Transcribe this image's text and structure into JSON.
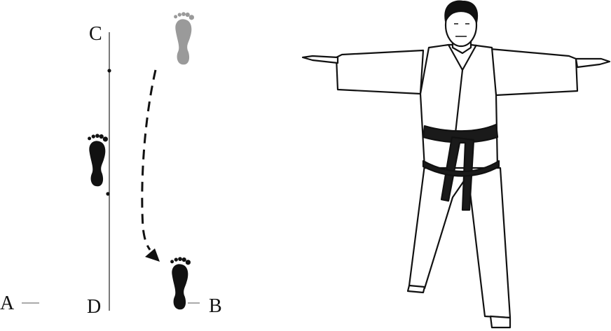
{
  "diagram": {
    "labels": {
      "a": "A",
      "b": "B",
      "c": "C",
      "d": "D"
    },
    "colors": {
      "ink": "#111111",
      "previous_foot": "#9a9a9a",
      "belt": "#1a1a1a"
    },
    "icons": [
      "footprint-previous-icon",
      "footprint-left-icon",
      "footprint-right-icon",
      "dashed-arrow-icon"
    ]
  }
}
